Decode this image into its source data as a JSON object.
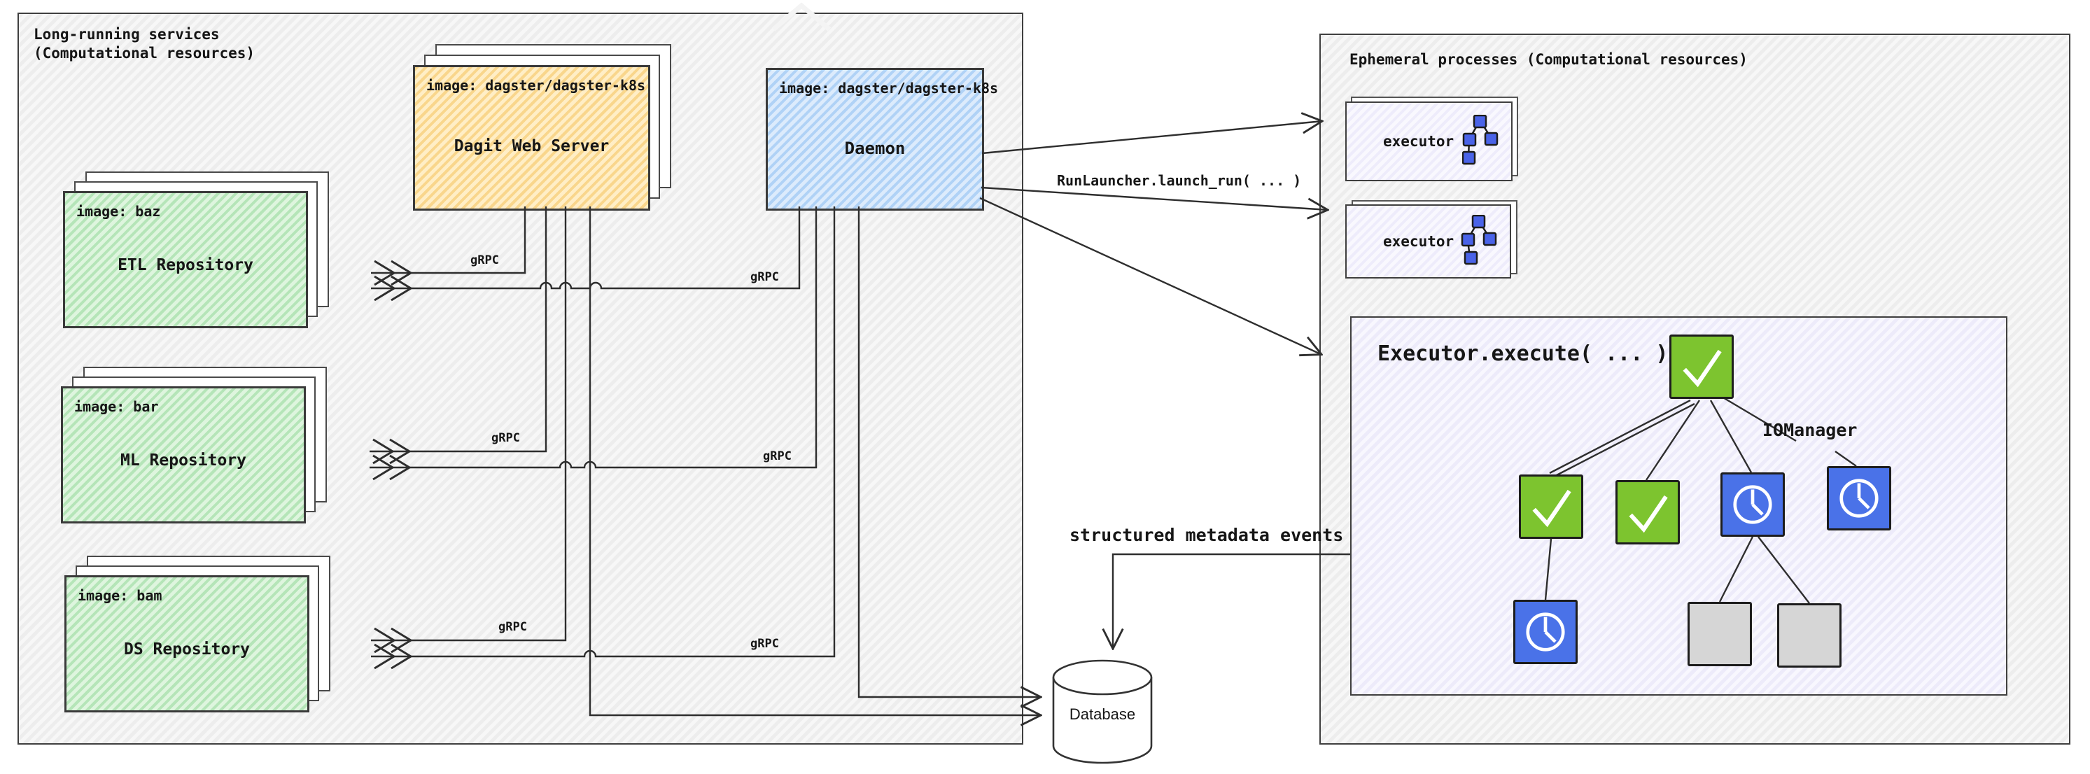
{
  "left_panel": {
    "label": "Long-running services\n(Computational resources)"
  },
  "right_panel": {
    "label": "Ephemeral processes (Computational resources)"
  },
  "dagit": {
    "image": "image: dagster/dagster-k8s",
    "name": "Dagit Web Server"
  },
  "daemon": {
    "image": "image: dagster/dagster-k8s",
    "name": "Daemon"
  },
  "repos": [
    {
      "image": "image: baz",
      "name": "ETL Repository"
    },
    {
      "image": "image: bar",
      "name": "ML Repository"
    },
    {
      "image": "image: bam",
      "name": "DS Repository"
    }
  ],
  "labels": {
    "grpc": "gRPC",
    "run_launcher": "RunLauncher.launch_run( ... )",
    "events": "structured metadata events",
    "iomanager": "IOManager"
  },
  "executors": [
    {
      "label": "executor"
    },
    {
      "label": "executor"
    }
  ],
  "executor_box": {
    "title": "Executor.execute( ... )"
  },
  "database": {
    "label": "Database"
  },
  "dag": {
    "statuses": [
      "success",
      "success",
      "success",
      "pending",
      "pending",
      "pending",
      "skipped",
      "skipped"
    ]
  },
  "colors": {
    "success": "#7dc42f",
    "pending": "#4a72e8",
    "skipped": "#d6d6d6",
    "line": "#2e2e2e",
    "dagit_fill": "#ffe9b8",
    "daemon_fill": "#cfe3fb",
    "repo_fill": "#d4f0d4",
    "executor_fill": "#f1f0fc"
  }
}
